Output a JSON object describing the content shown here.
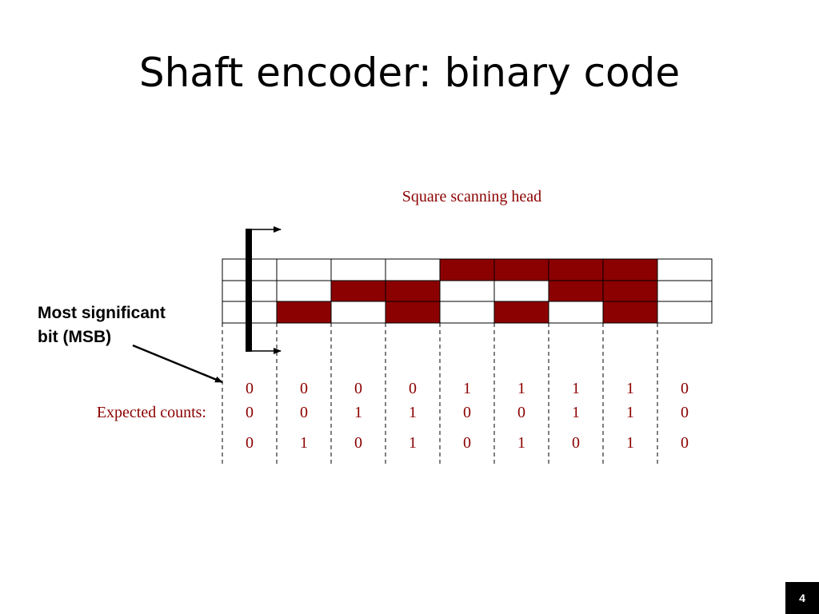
{
  "slide": {
    "title": "Shaft encoder: binary code",
    "page_number": "4"
  },
  "diagram": {
    "scanning_head_label": "Square scanning head",
    "msb_label_line1": "Most significant",
    "msb_label_line2": "bit (MSB)",
    "expected_counts_label": "Expected counts:",
    "fill_color": "#8b0000",
    "label_color": "#8b0000",
    "track_rows": [
      [
        0,
        0,
        0,
        0,
        1,
        1,
        1,
        1,
        0
      ],
      [
        0,
        0,
        1,
        1,
        0,
        0,
        1,
        1,
        0
      ],
      [
        0,
        1,
        0,
        1,
        0,
        1,
        0,
        1,
        0
      ]
    ],
    "expected_counts": [
      [
        "0",
        "0",
        "0",
        "0",
        "1",
        "1",
        "1",
        "1",
        "0"
      ],
      [
        "0",
        "0",
        "1",
        "1",
        "0",
        "0",
        "1",
        "1",
        "0"
      ],
      [
        "0",
        "1",
        "0",
        "1",
        "0",
        "1",
        "0",
        "1",
        "0"
      ]
    ]
  }
}
